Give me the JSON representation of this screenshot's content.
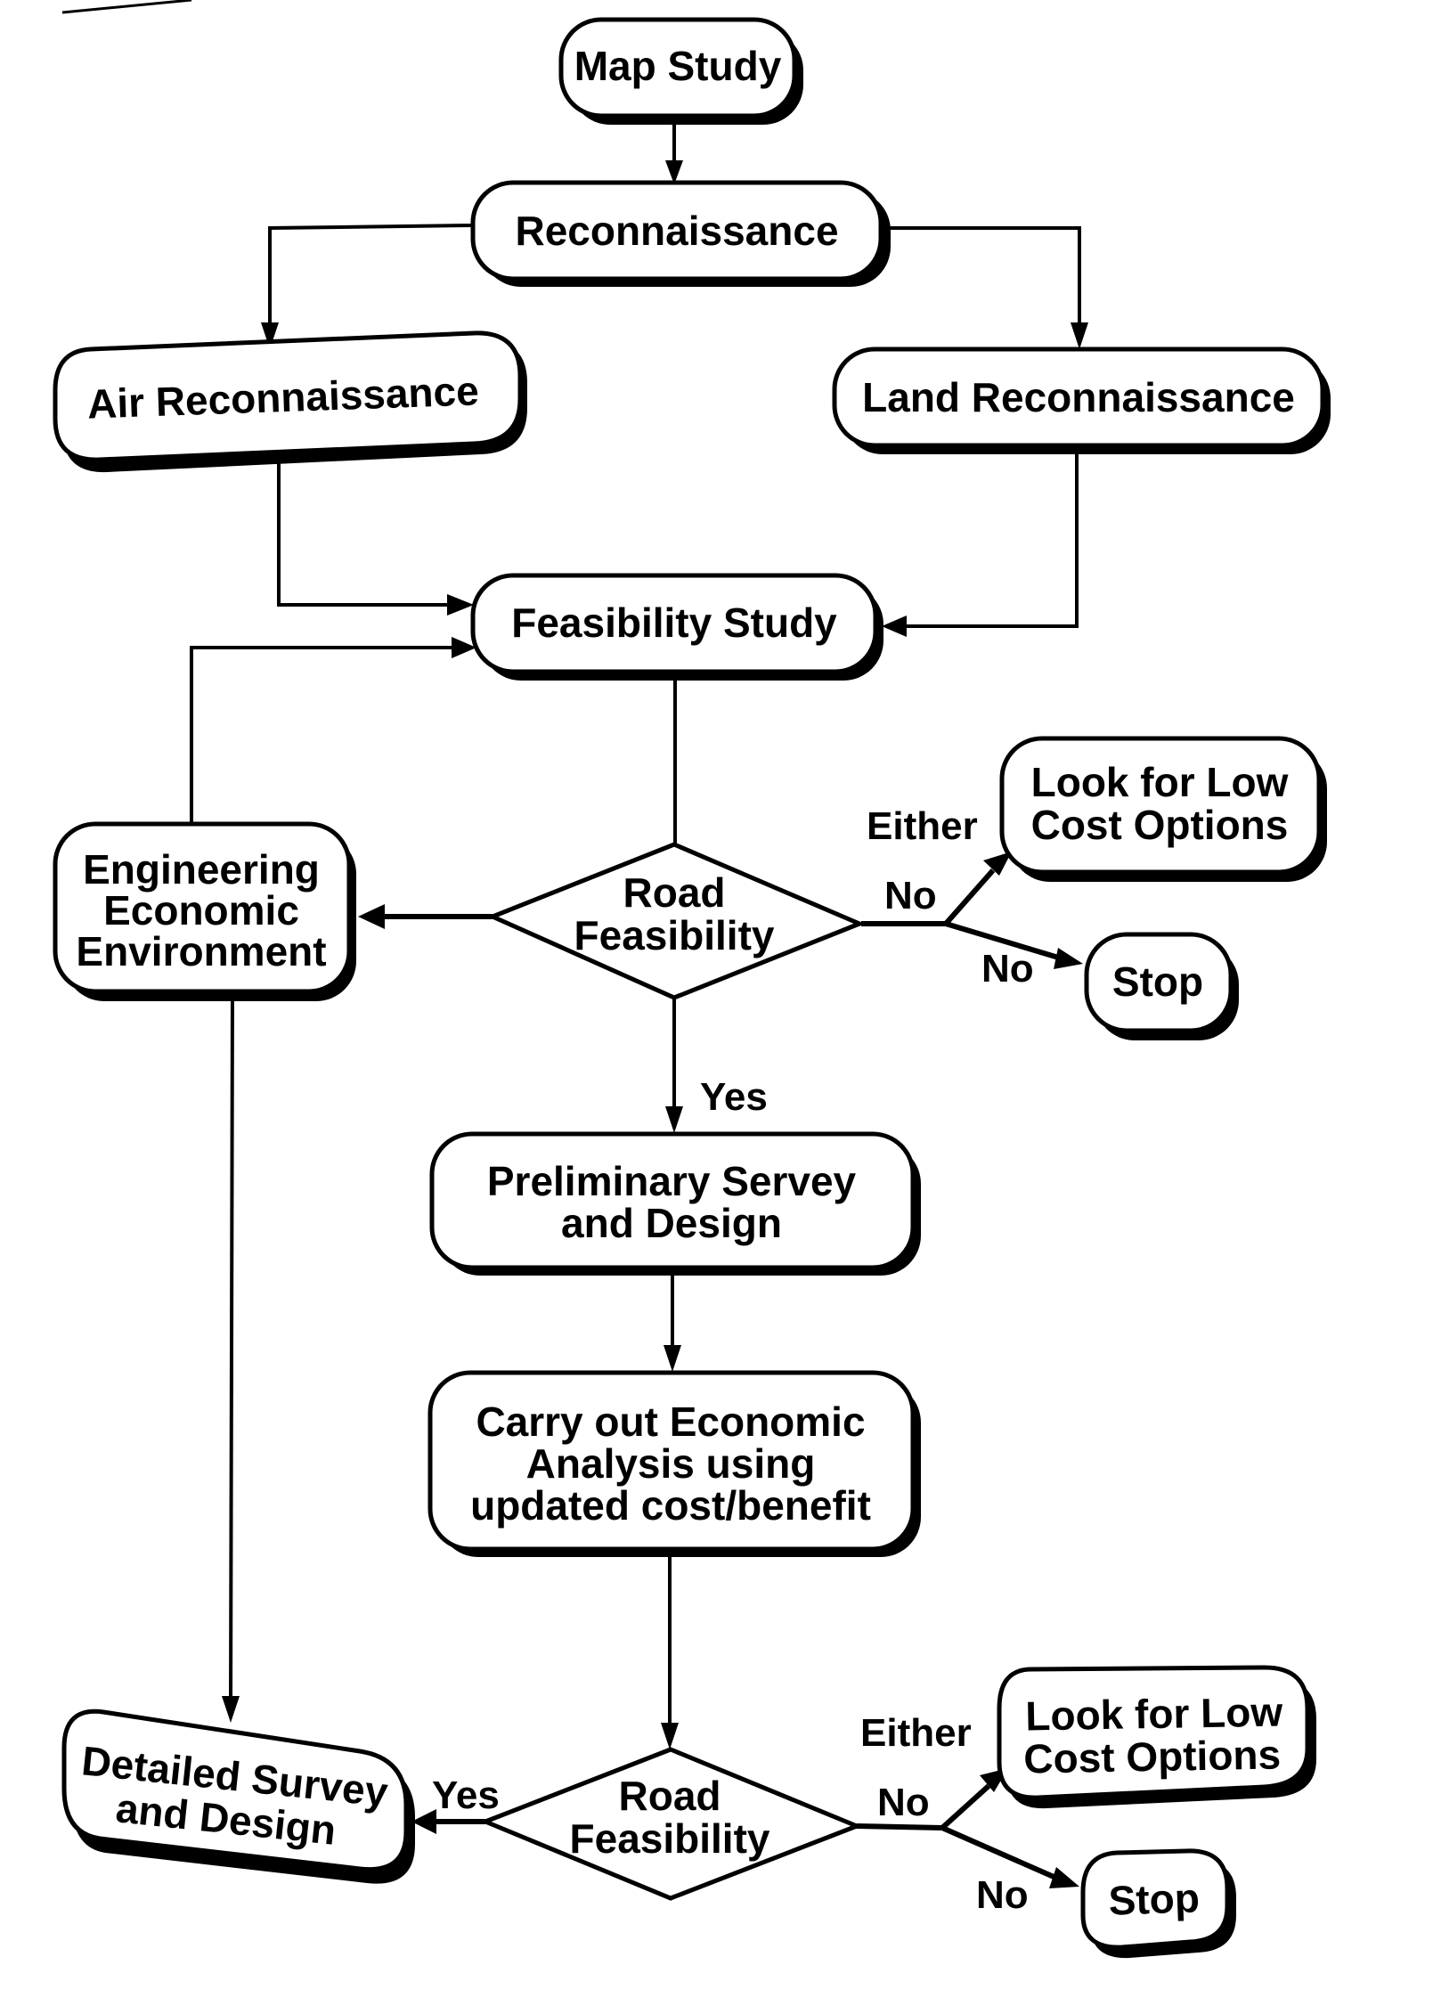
{
  "diagram": {
    "type": "flowchart",
    "colors": {
      "ink": "#000000",
      "paper": "#ffffff"
    },
    "nodes": {
      "map_study": {
        "shape": "rounded-box",
        "lines": [
          "Map Study"
        ]
      },
      "reconnaissance": {
        "shape": "rounded-box",
        "lines": [
          "Reconnaissance"
        ]
      },
      "air_reconnaissance": {
        "shape": "rounded-box",
        "lines": [
          "Air Reconnaissance"
        ]
      },
      "land_reconnaissance": {
        "shape": "rounded-box",
        "lines": [
          "Land Reconnaissance"
        ]
      },
      "feasibility_study": {
        "shape": "rounded-box",
        "lines": [
          "Feasibility Study"
        ]
      },
      "engineering_economic_environment": {
        "shape": "rounded-box",
        "lines": [
          "Engineering",
          "Economic",
          "Environment"
        ]
      },
      "road_feasibility_1": {
        "shape": "diamond",
        "lines": [
          "Road",
          "Feasibility"
        ]
      },
      "low_cost_options_1": {
        "shape": "rounded-box",
        "lines": [
          "Look for Low",
          "Cost Options"
        ]
      },
      "stop_1": {
        "shape": "rounded-box",
        "lines": [
          "Stop"
        ]
      },
      "preliminary_survey": {
        "shape": "rounded-box",
        "lines": [
          "Preliminary Servey",
          "and Design"
        ]
      },
      "economic_analysis": {
        "shape": "rounded-box",
        "lines": [
          "Carry out Economic",
          "Analysis using",
          "updated cost/benefit"
        ]
      },
      "road_feasibility_2": {
        "shape": "diamond",
        "lines": [
          "Road",
          "Feasibility"
        ]
      },
      "detailed_survey": {
        "shape": "rounded-box",
        "lines": [
          "Detailed Survey",
          "and Design"
        ]
      },
      "low_cost_options_2": {
        "shape": "rounded-box",
        "lines": [
          "Look for Low",
          "Cost Options"
        ]
      },
      "stop_2": {
        "shape": "rounded-box",
        "lines": [
          "Stop"
        ]
      }
    },
    "edges": [
      {
        "from": "map_study",
        "to": "reconnaissance",
        "label": ""
      },
      {
        "from": "reconnaissance",
        "to": "air_reconnaissance",
        "label": ""
      },
      {
        "from": "reconnaissance",
        "to": "land_reconnaissance",
        "label": ""
      },
      {
        "from": "air_reconnaissance",
        "to": "feasibility_study",
        "label": ""
      },
      {
        "from": "land_reconnaissance",
        "to": "feasibility_study",
        "label": ""
      },
      {
        "from": "feasibility_study",
        "to": "road_feasibility_1",
        "label": ""
      },
      {
        "from": "road_feasibility_1",
        "to": "engineering_economic_environment",
        "label": ""
      },
      {
        "from": "engineering_economic_environment",
        "to": "feasibility_study",
        "label": ""
      },
      {
        "from": "road_feasibility_1",
        "to": "low_cost_options_1",
        "label": "No"
      },
      {
        "from": "road_feasibility_1",
        "to": "stop_1",
        "label": "No"
      },
      {
        "from": "road_feasibility_1",
        "to": "preliminary_survey",
        "label": "Yes"
      },
      {
        "from": "preliminary_survey",
        "to": "economic_analysis",
        "label": ""
      },
      {
        "from": "economic_analysis",
        "to": "road_feasibility_2",
        "label": ""
      },
      {
        "from": "engineering_economic_environment",
        "to": "detailed_survey",
        "label": ""
      },
      {
        "from": "road_feasibility_2",
        "to": "detailed_survey",
        "label": "Yes"
      },
      {
        "from": "road_feasibility_2",
        "to": "low_cost_options_2",
        "label": "No"
      },
      {
        "from": "road_feasibility_2",
        "to": "stop_2",
        "label": "No"
      }
    ],
    "labels": {
      "either_1": "Either",
      "no_1a": "No",
      "no_1b": "No",
      "yes_1": "Yes",
      "either_2": "Either",
      "no_2a": "No",
      "no_2b": "No",
      "yes_2": "Yes"
    }
  }
}
